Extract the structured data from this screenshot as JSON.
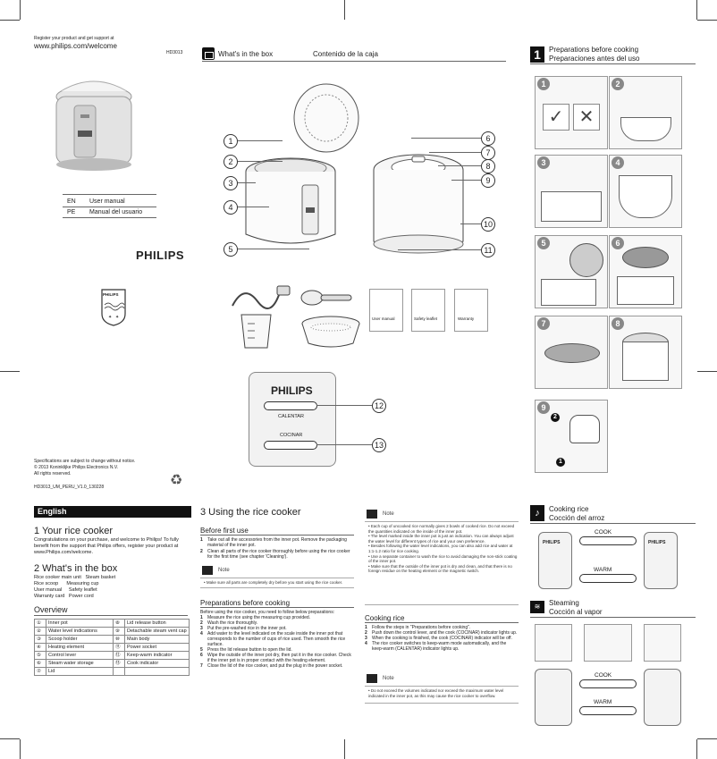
{
  "header": {
    "register_text": "Register your product and get support at",
    "url": "www.philips.com/welcome",
    "model": "HD3013"
  },
  "cover": {
    "languages": [
      {
        "code": "EN",
        "label": "User manual"
      },
      {
        "code": "PE",
        "label": "Manual del usuario"
      }
    ],
    "brand": "PHILIPS",
    "shield_text": "PHILIPS",
    "spec_notice": "Specifications are subject to change without notice.",
    "copyright": "© 2013 Koninklijke Philips Electronics N.V.",
    "rights": "All rights reserved.",
    "doc_code": "HD3013_UM_PERU_V1.0_130228"
  },
  "box_section": {
    "title_en": "What's in the box",
    "title_es": "Contenido de la caja",
    "callouts": [
      "1",
      "2",
      "3",
      "4",
      "5",
      "6",
      "7",
      "8",
      "9",
      "10",
      "11"
    ],
    "docs": [
      "User manual",
      "Safety leaflet",
      "Warranty"
    ],
    "panel_brand": "PHILIPS",
    "panel_calentar": "CALENTAR",
    "panel_cocinar": "COCINAR",
    "panel_callouts": [
      "12",
      "13"
    ]
  },
  "prep_section": {
    "number": "1",
    "title_en": "Preparations before cooking",
    "title_es": "Preparaciones antes del uso",
    "steps": [
      "1",
      "2",
      "3",
      "4",
      "5",
      "6",
      "7",
      "8",
      "9"
    ],
    "step9_markers": [
      "2",
      "1"
    ]
  },
  "cooking_section": {
    "title_en": "Cooking rice",
    "title_es": "Cocción del arroz",
    "cook_label": "COOK",
    "warm_label": "WARM",
    "panel_brand": "PHILIPS"
  },
  "steaming_section": {
    "title_en": "Steaming",
    "title_es": "Cocción al vapor",
    "cook_label": "COOK",
    "warm_label": "WARM"
  },
  "english": {
    "tab": "English",
    "s1_title": "1  Your rice cooker",
    "s1_text": "Congratulations on your purchase, and welcome to Philips! To fully benefit from the support that Philips offers, register your product at www.Philips.com/welcome.",
    "s2_title": "2  What's in the box",
    "box_items": [
      "Rice cooker main unit   Steam basket",
      "Rice scoop      Measuring cup",
      "User manual     Safety leaflet",
      "Warranty card   Power cord"
    ],
    "overview_title": "Overview",
    "overview": [
      [
        "①",
        "Inner pot",
        "⑧",
        "Lid release button"
      ],
      [
        "②",
        "Water level indications",
        "⑨",
        "Detachable steam vent cap"
      ],
      [
        "③",
        "Scoop holder",
        "⑩",
        "Main body"
      ],
      [
        "④",
        "Heating element",
        "⑪",
        "Power socket"
      ],
      [
        "⑤",
        "Control lever",
        "⑫",
        "Keep-warm indicator"
      ],
      [
        "⑥",
        "Steam water storage",
        "⑬",
        "Cook indicator"
      ],
      [
        "⑦",
        "Lid",
        "",
        ""
      ]
    ]
  },
  "using": {
    "title": "3  Using the rice cooker",
    "before_title": "Before first use",
    "before_steps": [
      {
        "n": "1",
        "t": "Take out all the accessories from the inner pot. Remove the packaging material of the inner pot."
      },
      {
        "n": "2",
        "t": "Clean all parts of the rice cooker thoroughly before using the rice cooker for the first time (see chapter 'Cleaning')."
      }
    ],
    "note_label": "Note",
    "note1": "Make sure all parts are completely dry before you start using the rice cooker.",
    "prep_title": "Preparations before cooking",
    "prep_intro": "Before using the rice cooker, you need to follow below preparations:",
    "prep_steps": [
      {
        "n": "1",
        "t": "Measure the rice using the measuring cup provided."
      },
      {
        "n": "2",
        "t": "Wash the rice thoroughly."
      },
      {
        "n": "3",
        "t": "Put the pre-washed rice in the inner pot."
      },
      {
        "n": "4",
        "t": "Add water to the level indicated on the scale inside the inner pot that corresponds to the number of cups of rice used. Then smooth the rice surface."
      },
      {
        "n": "5",
        "t": "Press the lid release button to open the lid."
      },
      {
        "n": "6",
        "t": "Wipe the outside of the inner pot dry, then put it in the rice cooker. Check if the inner pot is in proper contact with the heating element."
      },
      {
        "n": "7",
        "t": "Close the lid of the rice cooker, and put the plug in the power socket."
      }
    ]
  },
  "notes_col": {
    "note_label": "Note",
    "bullets": [
      "Each cup of uncooked rice normally gives 2 bowls of cooked rice. Do not exceed the quantities indicated on the inside of the inner pot.",
      "The level marked inside the inner pot is just an indication. You can always adjust the water level for different types of rice and your own preference.",
      "Besides following the water level indications, you can also add rice and water at 1:1-1.2 ratio for rice cooking.",
      "Use a separate container to wash the rice to avoid damaging the non-stick coating of the inner pot.",
      "Make sure that the outside of the inner pot is dry and clean, and that there is no foreign residue on the heating element or the magnetic switch."
    ],
    "cooking_title": "Cooking rice",
    "cooking_steps": [
      {
        "n": "1",
        "t": "Follow the steps in \"Preparations before cooking\"."
      },
      {
        "n": "2",
        "t": "Push down the control lever, and the cook (COCINAR) indicator lights up."
      },
      {
        "n": "3",
        "t": "When the cooking is finished, the cook (COCINAR) indicator will be off."
      },
      {
        "n": "4",
        "t": "The rice cooker switches to keep-warm mode automatically, and the keep-warm (CALENTAR) indicator lights up."
      }
    ],
    "note2_label": "Note",
    "note2": "Do not exceed the volumes indicated nor exceed the maximum water level indicated in the inner pot, as this may cause the rice cooker to overflow."
  }
}
